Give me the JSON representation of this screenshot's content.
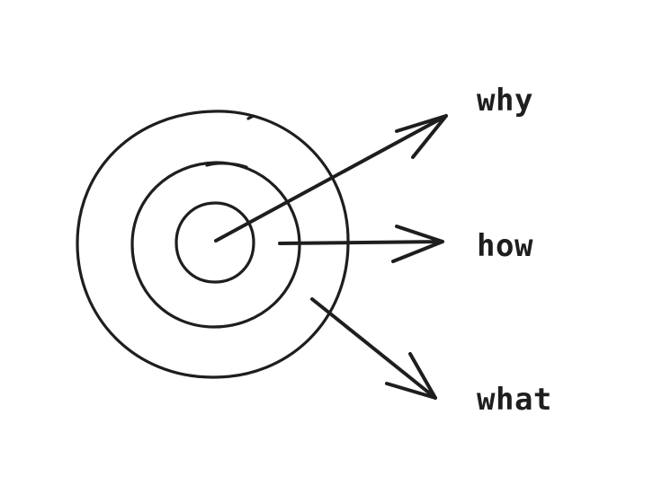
{
  "diagram": {
    "labels": {
      "why": "why",
      "how": "how",
      "what": "what"
    },
    "stroke_color": "#1e1e1e",
    "background_color": "#ffffff"
  }
}
